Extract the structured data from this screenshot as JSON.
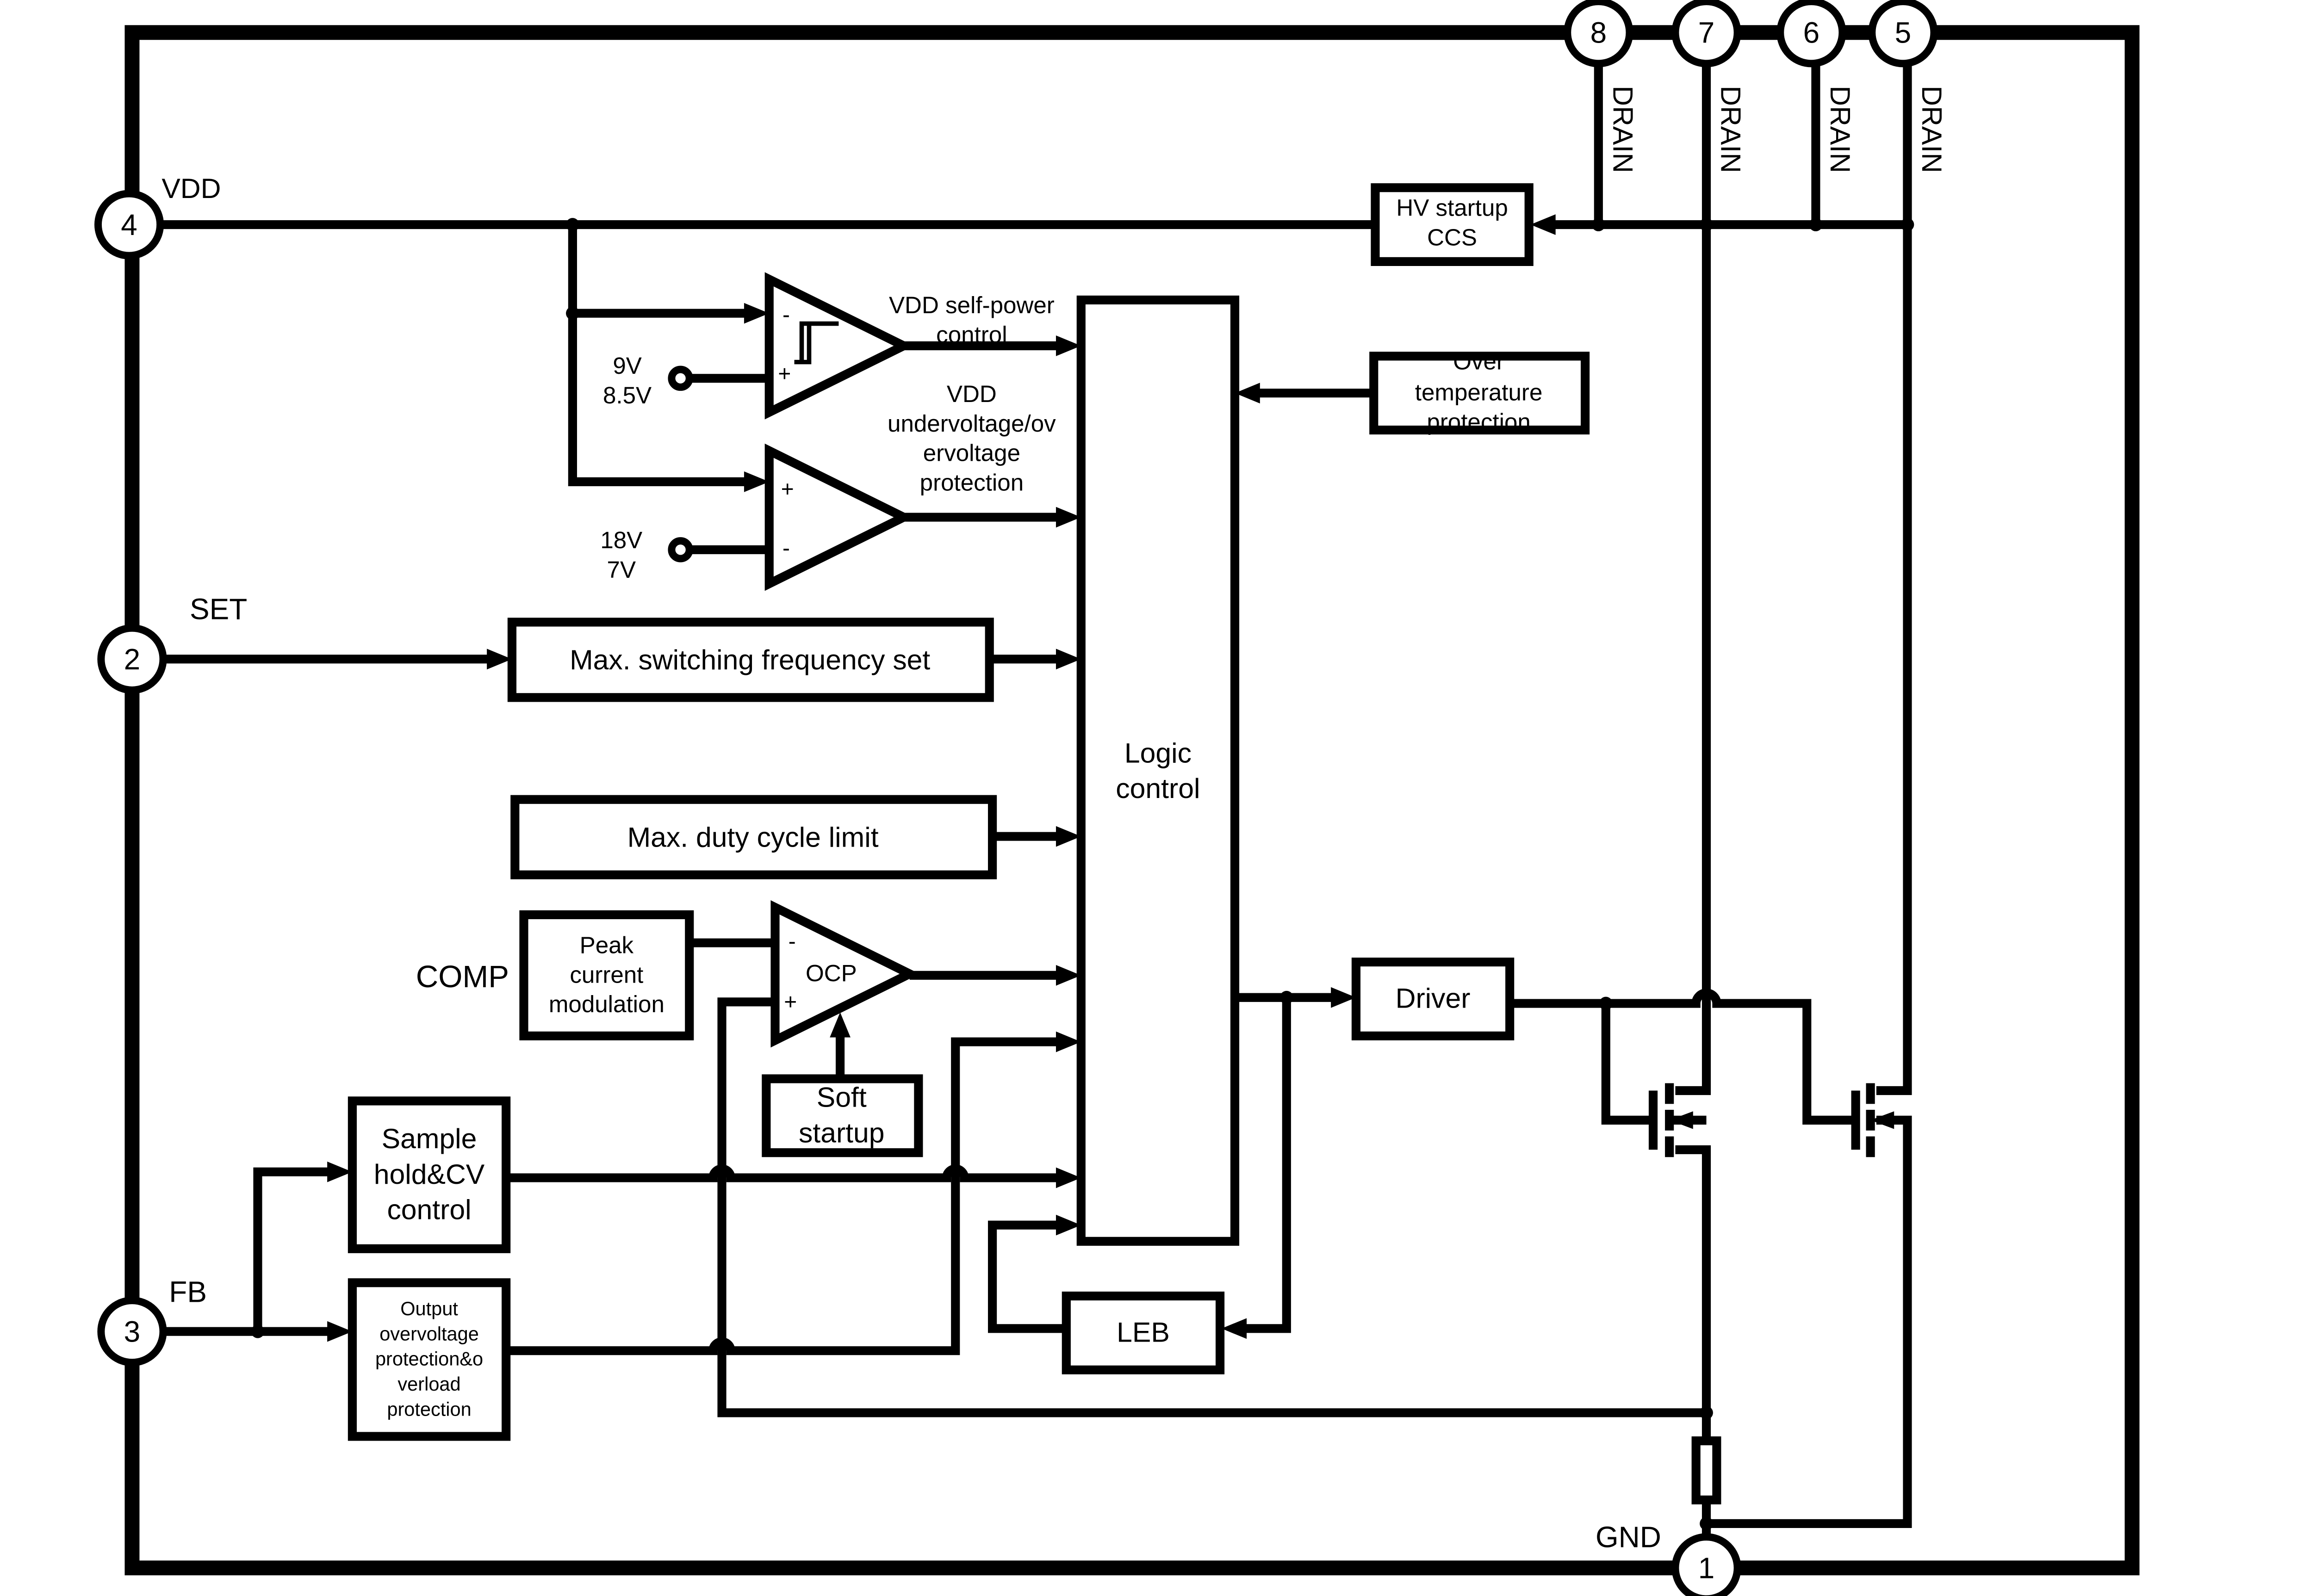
{
  "pins": {
    "p1": {
      "num": "1",
      "label": "GND"
    },
    "p2": {
      "num": "2",
      "label": "SET"
    },
    "p3": {
      "num": "3",
      "label": "FB"
    },
    "p4": {
      "num": "4",
      "label": "VDD"
    },
    "p5": {
      "num": "5",
      "label": "DRAIN"
    },
    "p6": {
      "num": "6",
      "label": "DRAIN"
    },
    "p7": {
      "num": "7",
      "label": "DRAIN"
    },
    "p8": {
      "num": "8",
      "label": "DRAIN"
    }
  },
  "blocks": {
    "hv_startup": [
      "HV startup",
      "CCS"
    ],
    "over_temp": [
      "Over",
      "temperature",
      "protection"
    ],
    "logic": [
      "Logic",
      "control"
    ],
    "max_freq": "Max. switching frequency set",
    "max_duty": "Max. duty cycle limit",
    "peak_current": [
      "Peak",
      "current",
      "modulation"
    ],
    "soft_startup": [
      "Soft",
      "startup"
    ],
    "sample_hold": [
      "Sample",
      "hold&CV",
      "control"
    ],
    "output_ovp": [
      "Output",
      "overvoltage",
      "protection&o",
      "verload",
      "protection"
    ],
    "driver": "Driver",
    "leb": "LEB"
  },
  "comparators": {
    "c1": {
      "minus": "-",
      "plus": "+",
      "ref": [
        "9V",
        "8.5V"
      ],
      "output": [
        "VDD self-power",
        "control"
      ]
    },
    "c2": {
      "minus": "-",
      "plus": "+",
      "ref": [
        "18V",
        "7V"
      ],
      "output": [
        "VDD",
        "undervoltage/ov",
        "ervoltage",
        "protection"
      ]
    },
    "ocp": {
      "name": "OCP",
      "minus": "-",
      "plus": "+"
    }
  },
  "labels": {
    "comp": "COMP"
  }
}
